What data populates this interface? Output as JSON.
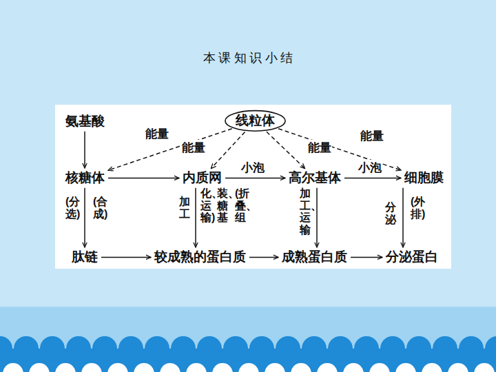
{
  "diagram": {
    "title": "本 课 知 识 小 结",
    "nodes": [
      {
        "text": [
          "氨基酸"
        ]
      },
      {
        "text": [
          "线粒体"
        ]
      },
      {
        "text": [
          "核糖体"
        ]
      },
      {
        "text": [
          "内质网"
        ]
      },
      {
        "text": [
          "高尔基体"
        ]
      },
      {
        "text": [
          "细胞膜"
        ]
      },
      {
        "text": [
          "肽链"
        ]
      },
      {
        "text": [
          "较成熟的蛋白质"
        ]
      },
      {
        "text": [
          "成熟蛋白质"
        ]
      },
      {
        "text": [
          "分泌蛋白"
        ]
      }
    ],
    "edges": [
      {
        "from": 0,
        "to": 2,
        "arrow": "to"
      },
      {
        "from": 1,
        "to": 2,
        "label": "能量",
        "arrow": "to"
      },
      {
        "from": 1,
        "to": 3,
        "label": "能量",
        "arrow": "to"
      },
      {
        "from": 1,
        "to": 4,
        "label": "能量",
        "arrow": "to"
      },
      {
        "from": 1,
        "to": 5,
        "label": "能量",
        "arrow": "to"
      },
      {
        "from": 2,
        "to": 3,
        "arrow": "to"
      },
      {
        "from": 3,
        "to": 4,
        "label": "小泡",
        "arrow": "to"
      },
      {
        "from": 4,
        "to": 5,
        "label": "小泡",
        "arrow": "to"
      },
      {
        "from": 2,
        "to": 6,
        "label": "(合成)",
        "arrow": "to"
      },
      {
        "from": 3,
        "to": 7,
        "label": "加工",
        "arrow": "to"
      },
      {
        "from": 4,
        "to": 8,
        "label": "加工、运输",
        "arrow": "to"
      },
      {
        "from": 5,
        "to": 9,
        "label": "分泌",
        "arrow": "to"
      },
      {
        "from": 6,
        "to": 7,
        "arrow": "to"
      },
      {
        "from": 7,
        "to": 8,
        "arrow": "to"
      },
      {
        "from": 8,
        "to": 9,
        "arrow": "to"
      }
    ],
    "labels": [
      "(分选)",
      "(折叠、组",
      "装、糖基",
      "化、运输)",
      "(外排)"
    ]
  }
}
